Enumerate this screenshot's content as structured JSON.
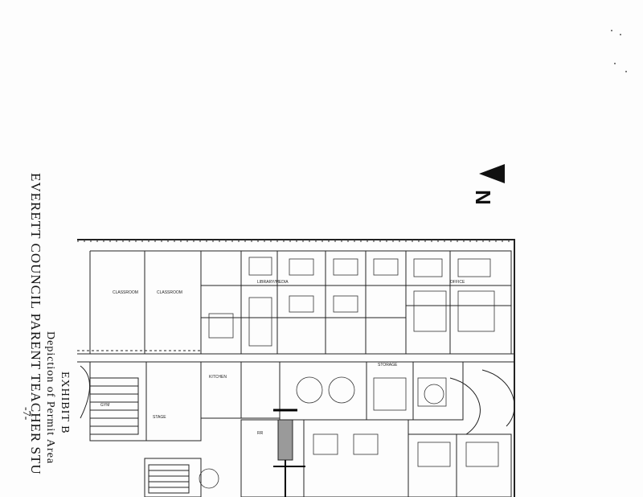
{
  "document": {
    "exhibit_title": "EXHIBIT B",
    "subtitle": "Depiction of Permit Area",
    "organization_line": "EVERETT COUNCIL PARENT TEACHER STU",
    "page_number": "-7-",
    "north_label": "N",
    "north_icon": "north-arrow-icon"
  },
  "floor_plan": {
    "room_labels": [
      "LIBRARY/MEDIA",
      "OFFICE",
      "CLASSROOM",
      "CLASSROOM",
      "GYM",
      "STAGE",
      "KITCHEN",
      "STORAGE",
      "RR"
    ],
    "permit_area_color": "#9a9a9a"
  }
}
